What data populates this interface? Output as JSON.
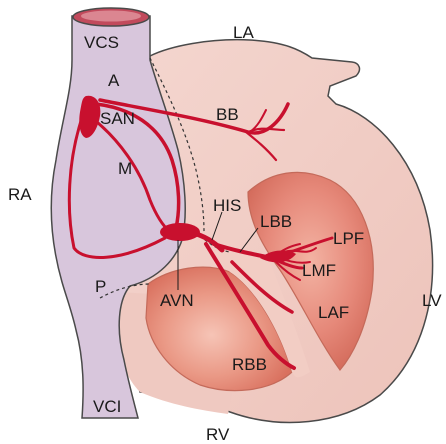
{
  "labels": {
    "vcs": "VCS",
    "la": "LA",
    "a": "A",
    "san": "SAN",
    "bb": "BB",
    "ra": "RA",
    "m": "M",
    "his": "HIS",
    "lbb": "LBB",
    "lpf": "LPF",
    "lmf": "LMF",
    "lv": "LV",
    "p": "P",
    "avn": "AVN",
    "laf": "LAF",
    "rbb": "RBB",
    "vci": "VCI",
    "rv": "RV"
  },
  "colors": {
    "atrium_fill": "#d8c6dc",
    "wall_fill": "#f1cfc7",
    "ventricle_fill": "#e48a78",
    "conduction": "#c8102e",
    "outline": "#4a4a4a"
  }
}
